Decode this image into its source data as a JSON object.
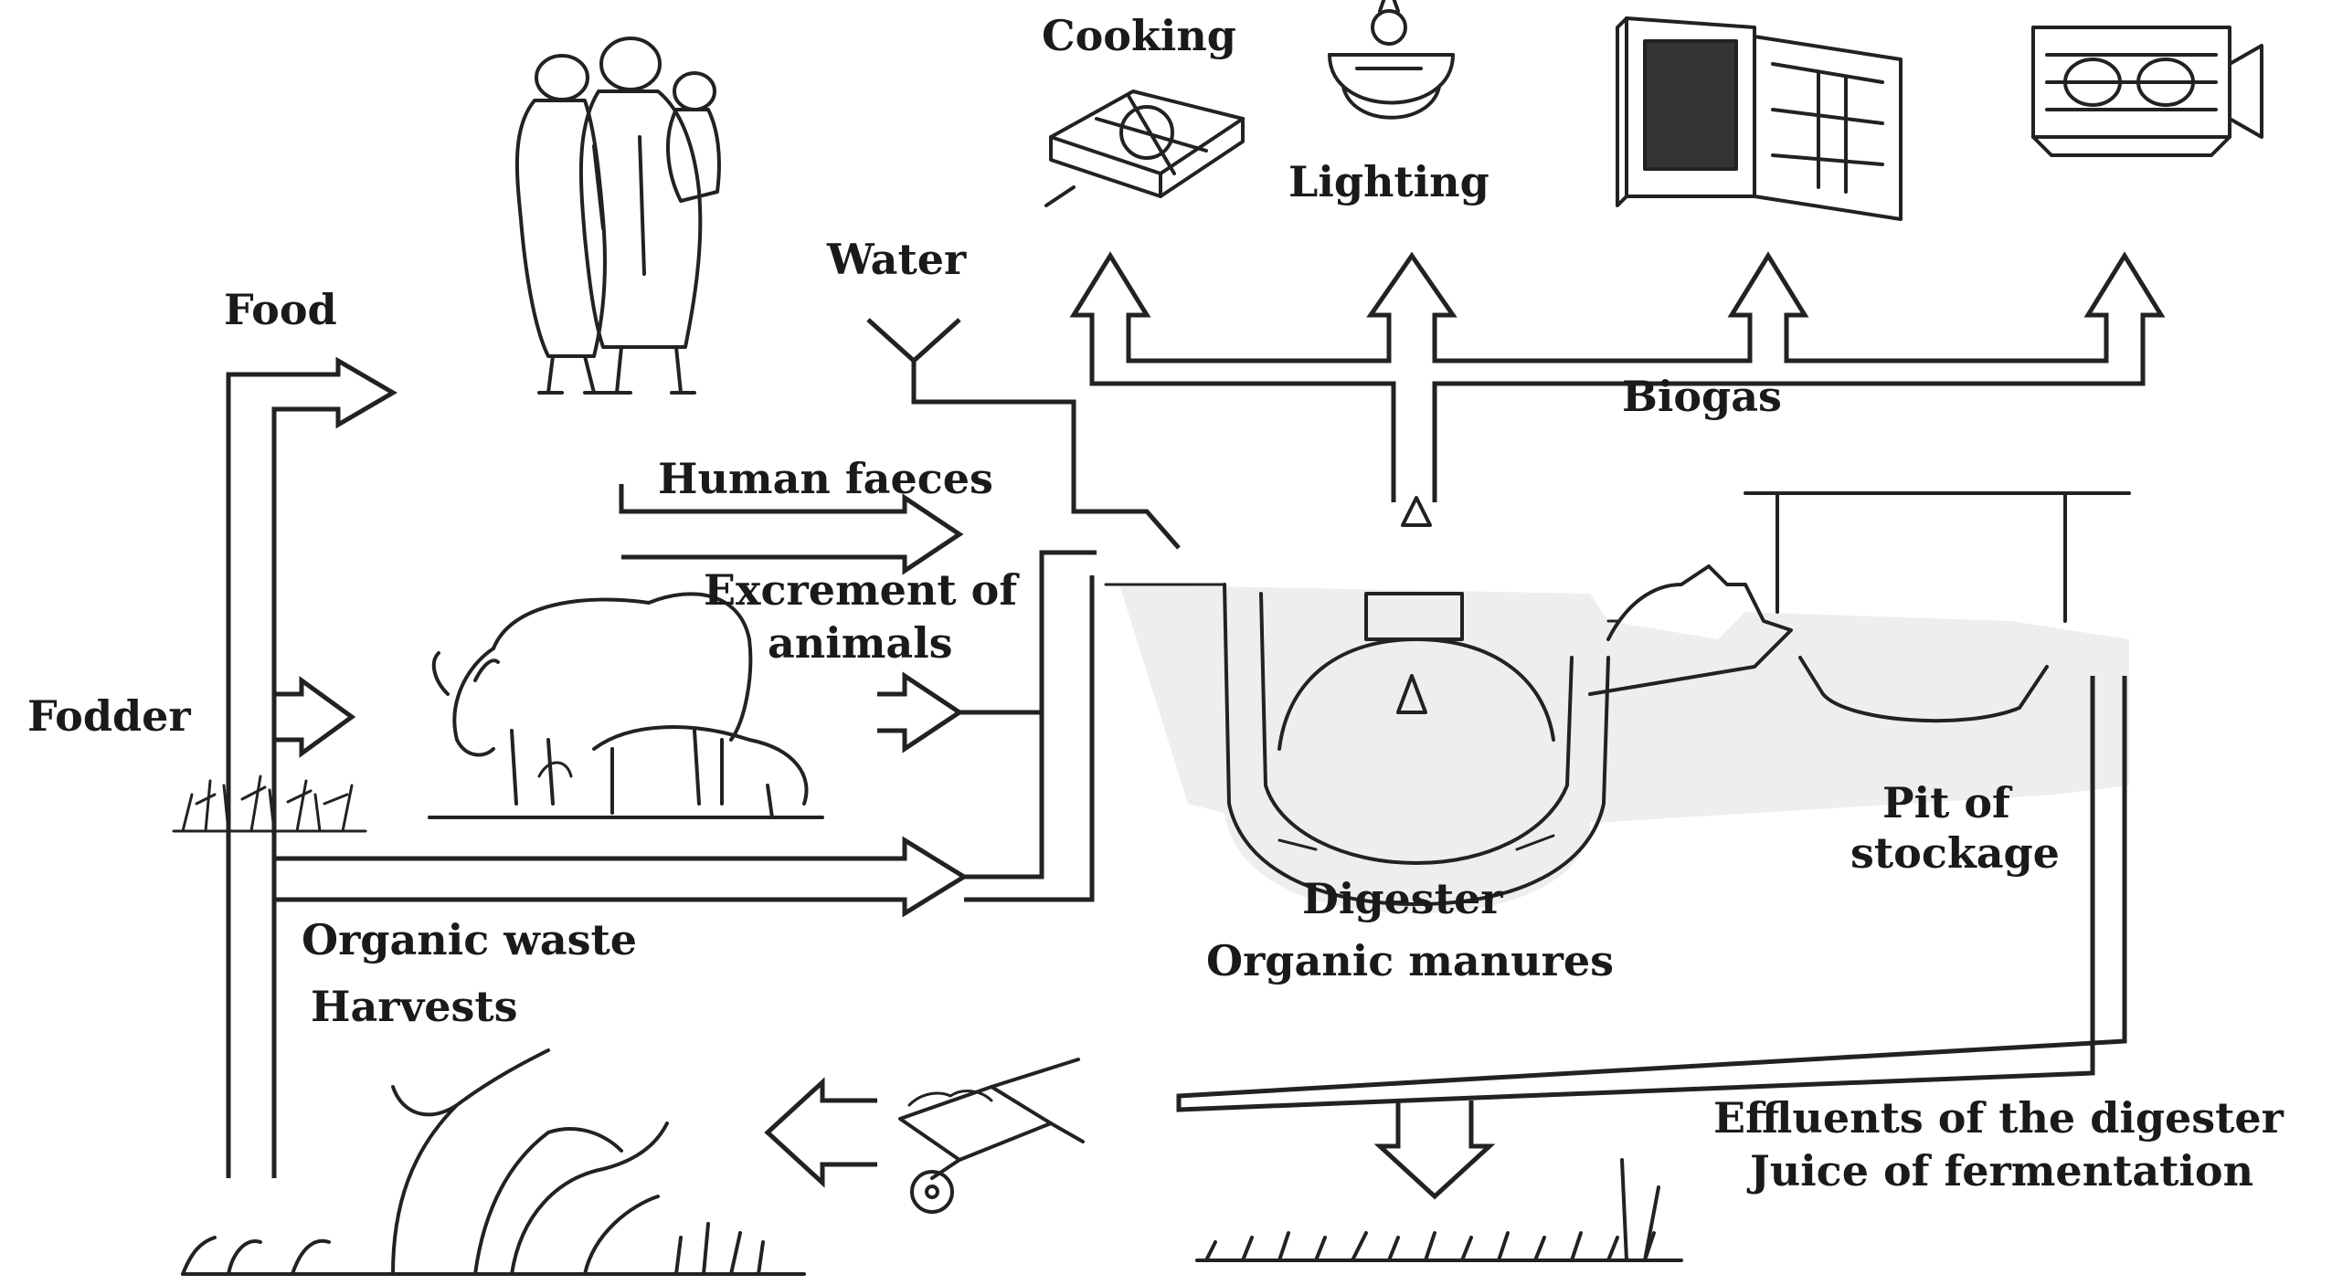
{
  "diagram": {
    "labels": {
      "cooking": "Cooking",
      "lighting": "Lighting",
      "water": "Water",
      "food": "Food",
      "biogas": "Biogas",
      "human_faeces": "Human faeces",
      "excrement_line1": "Excrement of",
      "excrement_line2": "animals",
      "fodder": "Fodder",
      "pit_line1": "Pit of",
      "pit_line2": "stockage",
      "digester": "Digester",
      "organic_manures": "Organic manures",
      "organic_waste": "Organic waste",
      "harvests": "Harvests",
      "effluents": "Effluents of the digester",
      "juice": "Juice of fermentation"
    },
    "icons": [
      "family-icon",
      "stove-icon",
      "lamp-icon",
      "refrigerator-icon",
      "engine-icon",
      "cattle-icon",
      "grass-icon",
      "digester-icon",
      "wheelbarrow-icon",
      "crops-icon"
    ]
  }
}
